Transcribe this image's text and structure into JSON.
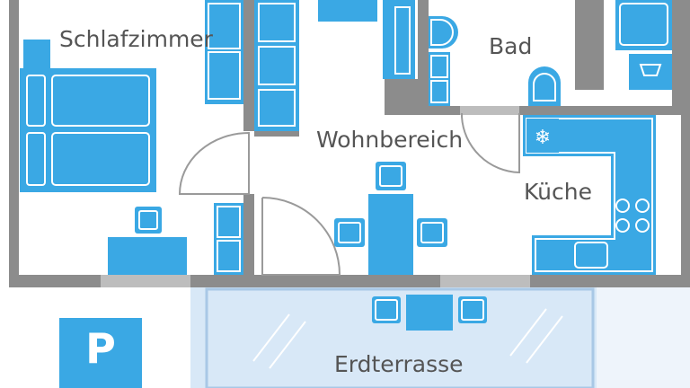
{
  "rooms": {
    "schlafzimmer": "Schlafzimmer",
    "bad": "Bad",
    "wohnbereich": "Wohnbereich",
    "kueche": "Küche",
    "erdterrasse": "Erdterrasse"
  },
  "parking": {
    "letter": "P"
  },
  "colors": {
    "wall": "#8c8c8c",
    "window": "#bdbdbd",
    "furniture": "#3aa8e4",
    "terrace": "#d8e8f7",
    "parking": "#3aa8e4",
    "label": "#555555"
  },
  "icons": {
    "snowflake": "fridge-snowflake-icon"
  }
}
